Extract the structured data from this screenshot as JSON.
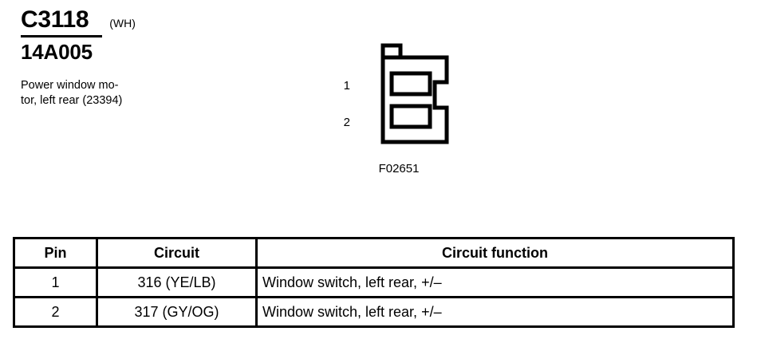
{
  "header": {
    "connector_id": "C3118",
    "connector_color": "(WH)",
    "part_number": "14A005",
    "description": "Power window mo-\ntor, left rear (23394)"
  },
  "diagram": {
    "code": "F02651",
    "pin_labels": [
      "1",
      "2"
    ]
  },
  "table": {
    "headers": {
      "pin": "Pin",
      "circuit": "Circuit",
      "function": "Circuit function"
    },
    "rows": [
      {
        "pin": "1",
        "circuit": "316 (YE/LB)",
        "function": "Window switch, left rear, +/–"
      },
      {
        "pin": "2",
        "circuit": "317 (GY/OG)",
        "function": "Window switch, left rear, +/–"
      }
    ]
  },
  "colors": {
    "ink": "#000000",
    "paper": "#ffffff"
  }
}
